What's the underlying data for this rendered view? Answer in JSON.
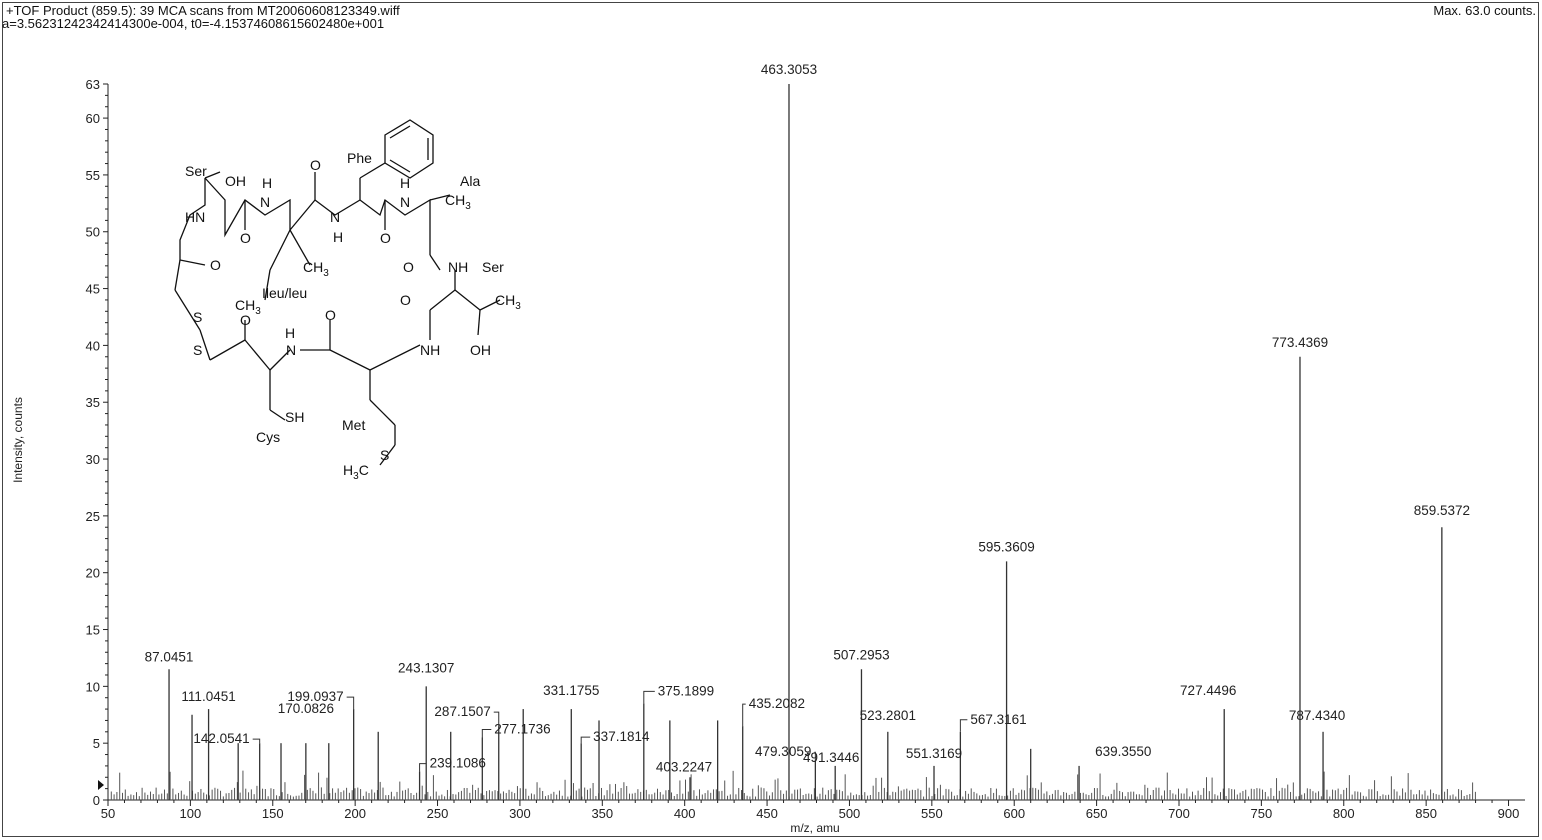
{
  "header": {
    "line1": "+TOF Product (859.5): 39 MCA scans from MT20060608123349.wiff",
    "line2": "a=3.56231242342414300e-004, t0=-4.15374608615602480e+001",
    "max_counts": "Max. 63.0 counts."
  },
  "structure": {
    "labels": {
      "phe": "Phe",
      "ser1": "Ser",
      "ala": "Ala",
      "ser2": "Ser",
      "ileu": "Ileu/leu",
      "cys": "Cys",
      "met": "Met",
      "oh1": "OH",
      "oh2": "OH",
      "sh": "SH",
      "h1": "H",
      "h2": "H",
      "h3": "H",
      "h4": "H",
      "n1": "N",
      "n2": "N",
      "n3": "N",
      "hn": "HN",
      "nh1": "NH",
      "nh2": "NH",
      "n4": "N",
      "s1": "S",
      "s2": "S",
      "s3": "S",
      "o1": "O",
      "o2": "O",
      "o3": "O",
      "o4": "O",
      "o5": "O",
      "o6": "O",
      "o7": "O",
      "o8": "O",
      "ch3a": "CH",
      "ch3b": "CH",
      "ch3c": "CH",
      "ch3d": "CH",
      "h3c": "H",
      "sub3": "3",
      "sub3b": "3",
      "sub3c": "3",
      "sub3d": "3",
      "sub3e": "3",
      "c": "C"
    }
  },
  "chart_data": {
    "type": "bar",
    "xlabel": "m/z, amu",
    "ylabel": "Intensity, counts",
    "xlim": [
      50,
      910
    ],
    "ylim": [
      0,
      63
    ],
    "xticks": [
      50,
      100,
      150,
      200,
      250,
      300,
      350,
      400,
      450,
      500,
      550,
      600,
      650,
      700,
      750,
      800,
      850,
      900
    ],
    "yticks": [
      0,
      5,
      10,
      15,
      20,
      25,
      30,
      35,
      40,
      45,
      50,
      55,
      60,
      63
    ],
    "grid": false,
    "peaks": [
      {
        "mz": 87.0451,
        "intensity": 11.5,
        "label": "87.0451"
      },
      {
        "mz": 101.0,
        "intensity": 7.5,
        "label": ""
      },
      {
        "mz": 111.0451,
        "intensity": 8.0,
        "label": "111.0451"
      },
      {
        "mz": 129.0,
        "intensity": 5.0,
        "label": ""
      },
      {
        "mz": 142.0541,
        "intensity": 5.0,
        "label": "142.0541"
      },
      {
        "mz": 155.0,
        "intensity": 5.0,
        "label": ""
      },
      {
        "mz": 170.0826,
        "intensity": 5.0,
        "label": "170.0826"
      },
      {
        "mz": 184.0,
        "intensity": 5.0,
        "label": ""
      },
      {
        "mz": 199.0937,
        "intensity": 8.0,
        "label": "199.0937"
      },
      {
        "mz": 214.0,
        "intensity": 6.0,
        "label": ""
      },
      {
        "mz": 239.1086,
        "intensity": 2.5,
        "label": "239.1086"
      },
      {
        "mz": 243.1307,
        "intensity": 10.0,
        "label": "243.1307"
      },
      {
        "mz": 258.0,
        "intensity": 6.0,
        "label": ""
      },
      {
        "mz": 277.1736,
        "intensity": 5.5,
        "label": "277.1736"
      },
      {
        "mz": 287.1507,
        "intensity": 6.5,
        "label": "287.1507"
      },
      {
        "mz": 302.0,
        "intensity": 8.0,
        "label": ""
      },
      {
        "mz": 331.1755,
        "intensity": 8.0,
        "label": "331.1755"
      },
      {
        "mz": 337.1814,
        "intensity": 5.0,
        "label": "337.1814"
      },
      {
        "mz": 348.0,
        "intensity": 7.0,
        "label": ""
      },
      {
        "mz": 375.1899,
        "intensity": 8.5,
        "label": "375.1899"
      },
      {
        "mz": 391.0,
        "intensity": 7.0,
        "label": ""
      },
      {
        "mz": 403.2247,
        "intensity": 2.0,
        "label": "403.2247"
      },
      {
        "mz": 420.0,
        "intensity": 7.0,
        "label": ""
      },
      {
        "mz": 435.2082,
        "intensity": 6.5,
        "label": "435.2082"
      },
      {
        "mz": 463.3053,
        "intensity": 63.0,
        "label": "463.3053"
      },
      {
        "mz": 479.3059,
        "intensity": 3.5,
        "label": "479.3059"
      },
      {
        "mz": 491.3446,
        "intensity": 3.0,
        "label": "491.3446"
      },
      {
        "mz": 507.2953,
        "intensity": 11.5,
        "label": "507.2953"
      },
      {
        "mz": 523.2801,
        "intensity": 6.0,
        "label": "523.2801"
      },
      {
        "mz": 551.3169,
        "intensity": 3.0,
        "label": "551.3169"
      },
      {
        "mz": 567.3161,
        "intensity": 6.0,
        "label": "567.3161"
      },
      {
        "mz": 595.3609,
        "intensity": 21.0,
        "label": "595.3609"
      },
      {
        "mz": 610.0,
        "intensity": 4.5,
        "label": ""
      },
      {
        "mz": 639.355,
        "intensity": 3.0,
        "label": "639.3550"
      },
      {
        "mz": 727.4496,
        "intensity": 8.0,
        "label": "727.4496"
      },
      {
        "mz": 773.4369,
        "intensity": 39.0,
        "label": "773.4369"
      },
      {
        "mz": 787.434,
        "intensity": 6.0,
        "label": "787.4340"
      },
      {
        "mz": 859.5372,
        "intensity": 24.0,
        "label": "859.5372"
      }
    ]
  }
}
